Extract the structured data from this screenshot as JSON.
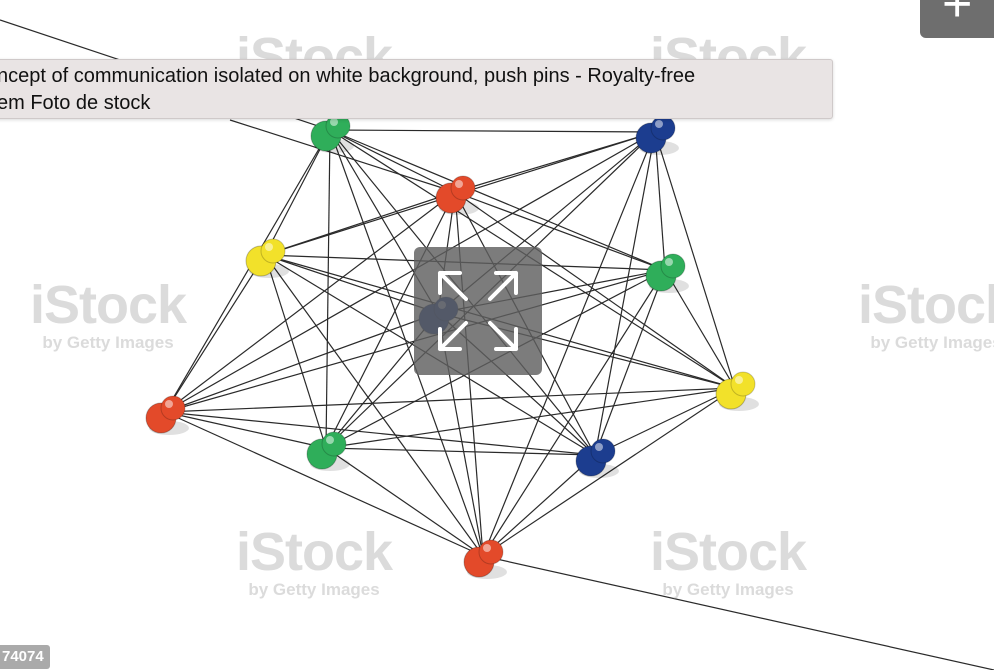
{
  "tooltip": {
    "line1": "ncept of communication isolated on white background, push pins - Royalty-free",
    "line2": "em Foto de stock"
  },
  "watermark": {
    "brand": "iStock",
    "tagline": "by Getty Images"
  },
  "image_id_fragment": "74074",
  "controls": {
    "expand_icon": "expand-arrows-icon",
    "add_icon": "plus-icon"
  },
  "pin_colors": {
    "red": "#e34a2a",
    "green": "#2fae5a",
    "blue": "#1c3d8f",
    "yellow": "#f2e12a"
  }
}
